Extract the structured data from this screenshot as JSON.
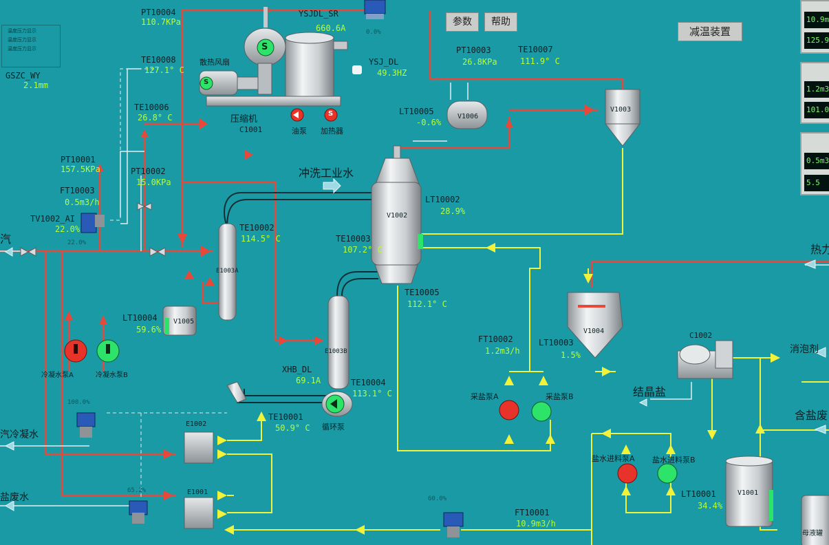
{
  "buttons": {
    "params": "参数",
    "help": "帮助",
    "desuperheater": "减温装置"
  },
  "legend": [
    "温度压力显示",
    "温度压力显示",
    "温度压力显示"
  ],
  "top_right_panels": [
    {
      "values": [
        "10.9m",
        "125.9"
      ]
    },
    {
      "values": [
        "1.2m3",
        "101.0"
      ]
    },
    {
      "values": [
        "0.5m3",
        "5.5"
      ]
    }
  ],
  "instruments": {
    "GSZC_WY": {
      "tag": "GSZC_WY",
      "value": "2.1mm"
    },
    "PT10004": {
      "tag": "PT10004",
      "value": "110.7KPa"
    },
    "YSJDL_SR": {
      "tag": "YSJDL_SR",
      "value": "660.6A"
    },
    "YSJ_DL": {
      "tag": "YSJ_DL",
      "value": "49.3HZ"
    },
    "TE10008": {
      "tag": "TE10008",
      "value": "127.1° C"
    },
    "TE10006": {
      "tag": "TE10006",
      "value": "26.8° C"
    },
    "PT10003": {
      "tag": "PT10003",
      "value": "26.8KPa"
    },
    "TE10007": {
      "tag": "TE10007",
      "value": "111.9° C"
    },
    "LT10005": {
      "tag": "LT10005",
      "value": "-0.6%"
    },
    "PT10001": {
      "tag": "PT10001",
      "value": "157.5KPa"
    },
    "PT10002": {
      "tag": "PT10002",
      "value": "15.0KPa"
    },
    "FT10003": {
      "tag": "FT10003",
      "value": "0.5m3/h"
    },
    "TV1002_AI": {
      "tag": "TV1002_AI",
      "value": "22.0%"
    },
    "TE10002": {
      "tag": "TE10002",
      "value": "114.5° C"
    },
    "TE10003": {
      "tag": "TE10003",
      "value": "107.2° C"
    },
    "LT10002": {
      "tag": "LT10002",
      "value": "28.9%"
    },
    "TE10005": {
      "tag": "TE10005",
      "value": "112.1° C"
    },
    "LT10004": {
      "tag": "LT10004",
      "value": "59.6%"
    },
    "XHB_DL": {
      "tag": "XHB_DL",
      "value": "69.1A"
    },
    "TE10004": {
      "tag": "TE10004",
      "value": "113.1° C"
    },
    "TE10001": {
      "tag": "TE10001",
      "value": "50.9° C"
    },
    "FT10002": {
      "tag": "FT10002",
      "value": "1.2m3/h"
    },
    "LT10003": {
      "tag": "LT10003",
      "value": "1.5%"
    },
    "LT10001": {
      "tag": "LT10001",
      "value": "34.4%"
    },
    "FT10001": {
      "tag": "FT10001",
      "value": "10.9m3/h"
    }
  },
  "valve_openings": {
    "top": "0.0%",
    "steam": "22.0%",
    "cond": "100.0%",
    "waste": "65.2%",
    "feed": "60.0%"
  },
  "equipment": {
    "fan": "散热风扇",
    "compressor": "压缩机",
    "compressor_id": "C1001",
    "oil_pump": "油泵",
    "heater": "加热器",
    "V1006": "V1006",
    "V1003": "V1003",
    "V1002": "V1002",
    "V1005": "V1005",
    "V1004": "V1004",
    "E1003A": "E1003A",
    "E1003B": "E1003B",
    "E1002": "E1002",
    "E1001": "E1001",
    "C1002": "C1002",
    "V1001": "V1001",
    "mother_tank": "母液罐",
    "circ_pump": "循环泵",
    "cond_pump_a": "冷凝水泵A",
    "cond_pump_b": "冷凝水泵B",
    "salt_pump_a": "采盐泵A",
    "salt_pump_b": "采盐泵B",
    "feed_pump_a": "盐水进料泵A",
    "feed_pump_b": "盐水进料泵B"
  },
  "streams": {
    "flush_water": "冲洗工业水",
    "steam": "汽",
    "hot": "热力",
    "defoamer": "消泡剂",
    "crystal_salt": "结晶盐",
    "brine": "含盐废",
    "cond_water": "汽冷凝水",
    "waste_water": "盐废水"
  },
  "pump_letter": "S",
  "colors": {
    "background": "#1a9aa4",
    "process_red": "#e8483a",
    "process_yellow": "#f2f23a",
    "value_green": "#b7ff3a",
    "run_green": "#2ee36a",
    "stop_red": "#e8332a"
  }
}
